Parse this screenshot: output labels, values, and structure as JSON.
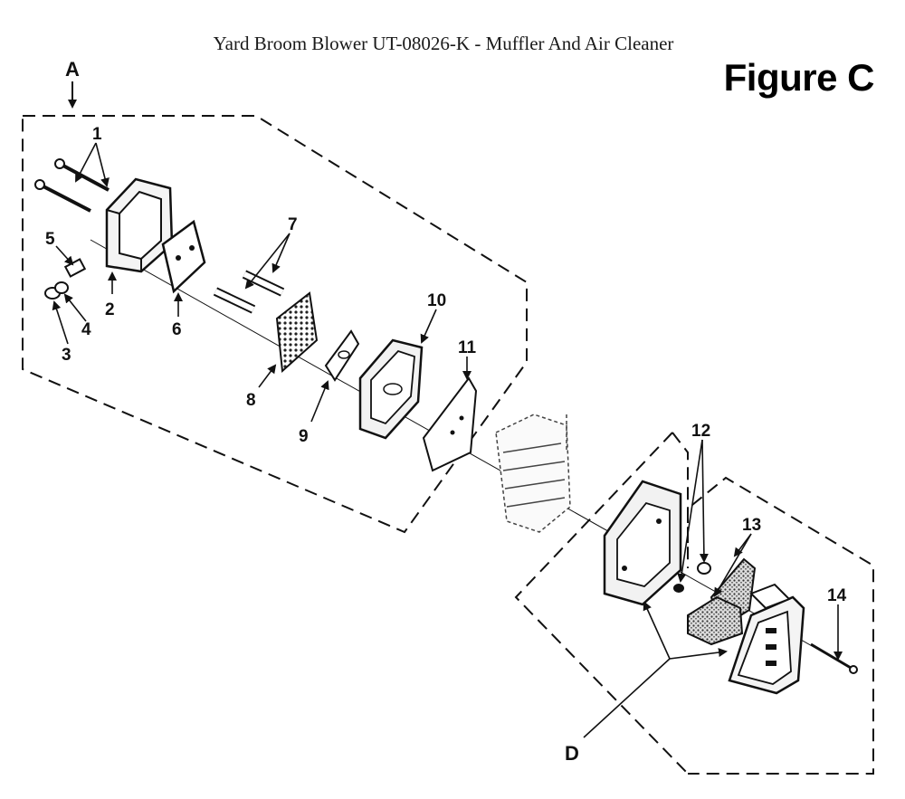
{
  "title": "Yard Broom Blower UT-08026-K - Muffler And Air Cleaner",
  "figure_label": "Figure C",
  "group_labels": {
    "a": "A",
    "d": "D"
  },
  "callouts": [
    "1",
    "2",
    "3",
    "4",
    "5",
    "6",
    "7",
    "8",
    "9",
    "10",
    "11",
    "12",
    "13",
    "14"
  ],
  "colors": {
    "ink": "#111111",
    "background": "#ffffff"
  }
}
